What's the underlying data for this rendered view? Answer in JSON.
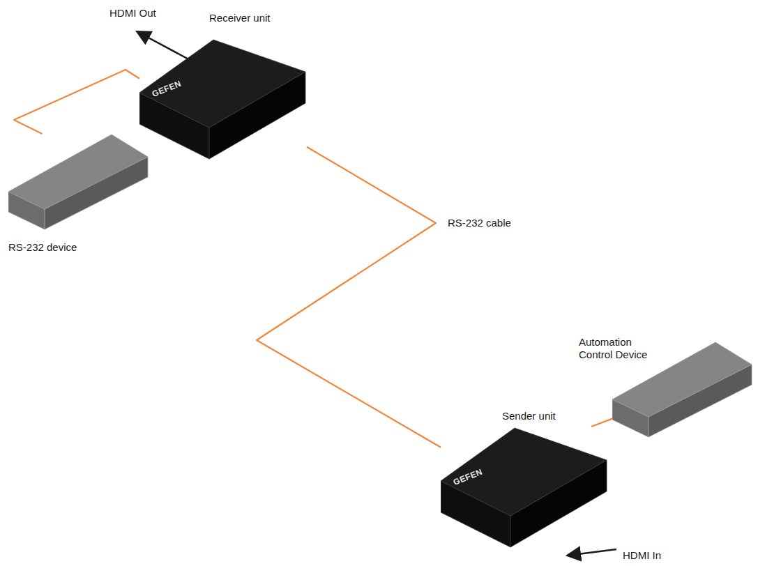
{
  "diagram": {
    "nodes": [
      {
        "text": [
          "Receiver unit",
          "GEFEN"
        ]
      },
      {
        "text": [
          "RS-232 device"
        ]
      },
      {
        "text": [
          "Sender unit",
          "GEFEN"
        ]
      },
      {
        "text": [
          "Automation Control Device"
        ]
      }
    ],
    "edges": [
      {
        "from": 1,
        "to": 0,
        "arrow": "none"
      },
      {
        "from": 0,
        "to": 2,
        "label": "RS-232 cable",
        "arrow": "none"
      },
      {
        "from": 2,
        "to": 3,
        "arrow": "none"
      }
    ],
    "labels": [
      "HDMI Out",
      "HDMI In"
    ]
  }
}
